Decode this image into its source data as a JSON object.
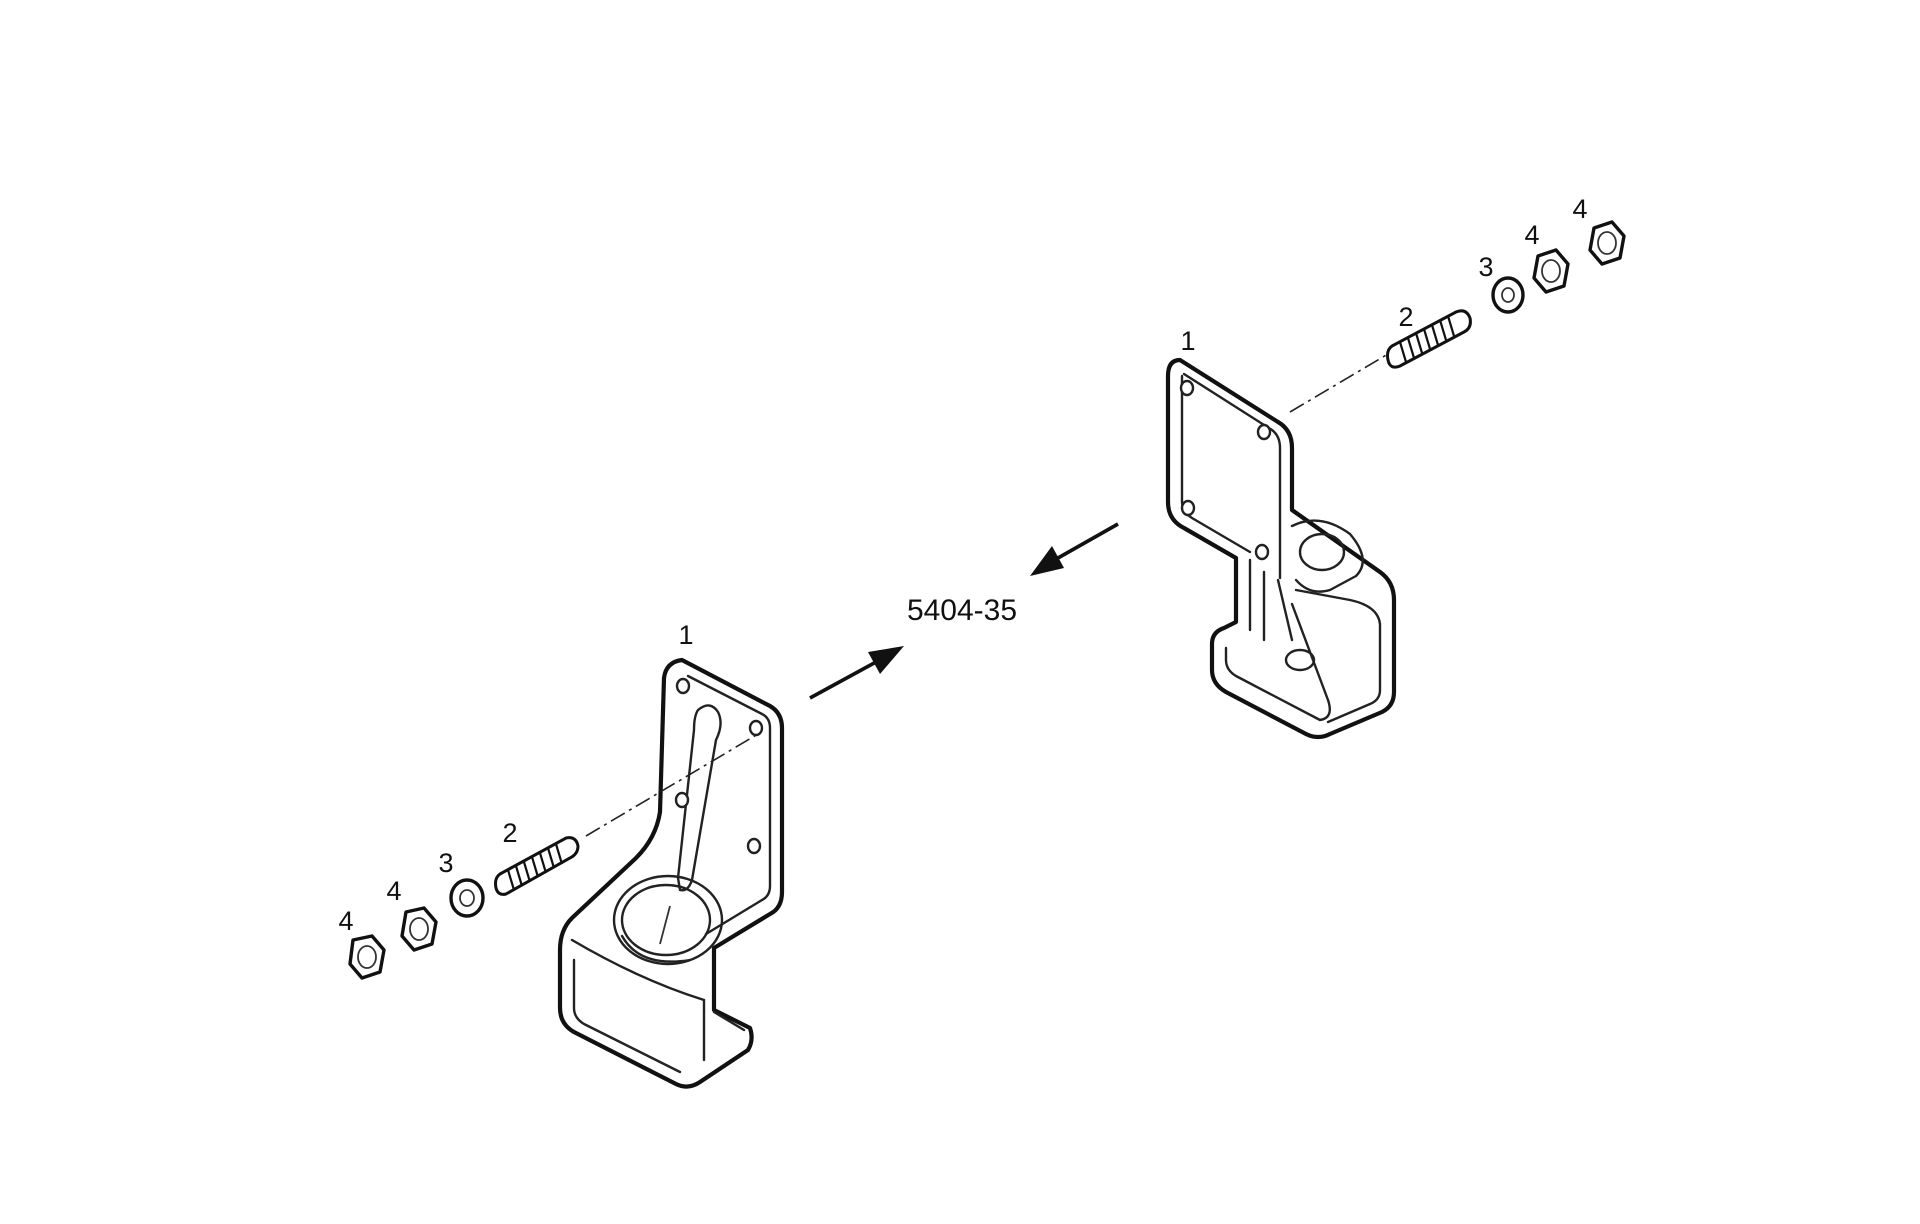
{
  "diagram": {
    "reference_code": "5404-35",
    "callouts": {
      "bracket": "1",
      "stud": "2",
      "washer": "3",
      "nut": "4"
    }
  }
}
